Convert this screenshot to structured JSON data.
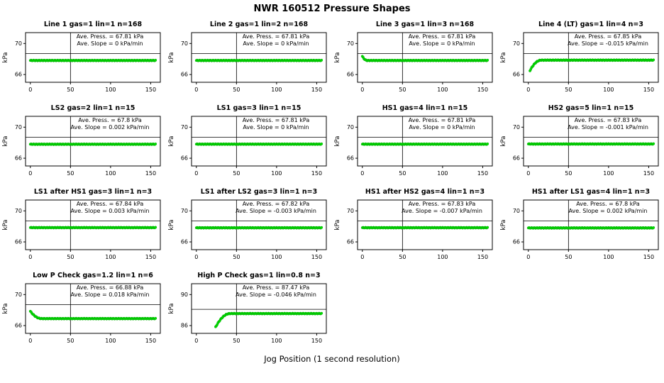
{
  "page_title": "NWR 160512 Pressure Shapes",
  "x_axis_label": "Jog Position (1 second resolution)",
  "style": {
    "point_fill": "#00E000",
    "point_stroke": "#00A000",
    "axis_color": "#000000",
    "background": "#ffffff"
  },
  "chart_data": [
    {
      "type": "scatter",
      "title": "Line 1 gas=1 lin=1 n=168",
      "ave_press_label": "Ave. Press. = 67.81 kPa",
      "ave_slope_label": "Ave. Slope = 0 kPa/min",
      "ave_press_kpa": 67.81,
      "ave_slope_kpa_min": 0,
      "ylabel": "kPa",
      "xticks": [
        0,
        50,
        100,
        150
      ],
      "yticks": [
        66,
        70
      ],
      "xlim": [
        -6,
        162
      ],
      "ylim": [
        65.0,
        71.4
      ],
      "ref_h": 68.7,
      "ref_v": 50,
      "series": {
        "flat_y": 67.81,
        "x_start": 0,
        "x_end": 156,
        "ramp": null
      }
    },
    {
      "type": "scatter",
      "title": "Line 2 gas=1 lin=2 n=168",
      "ave_press_label": "Ave. Press. = 67.81 kPa",
      "ave_slope_label": "Ave. Slope = 0 kPa/min",
      "ave_press_kpa": 67.81,
      "ave_slope_kpa_min": 0,
      "ylabel": "kPa",
      "xticks": [
        0,
        50,
        100,
        150
      ],
      "yticks": [
        66,
        70
      ],
      "xlim": [
        -6,
        162
      ],
      "ylim": [
        65.0,
        71.4
      ],
      "ref_h": 68.7,
      "ref_v": 50,
      "series": {
        "flat_y": 67.81,
        "x_start": 0,
        "x_end": 156,
        "ramp": null
      }
    },
    {
      "type": "scatter",
      "title": "Line 3 gas=1 lin=3 n=168",
      "ave_press_label": "Ave. Press. = 67.81 kPa",
      "ave_slope_label": "Ave. Slope = 0 kPa/min",
      "ave_press_kpa": 67.81,
      "ave_slope_kpa_min": 0,
      "ylabel": "kPa",
      "xticks": [
        0,
        50,
        100,
        150
      ],
      "yticks": [
        66,
        70
      ],
      "xlim": [
        -6,
        162
      ],
      "ylim": [
        65.0,
        71.4
      ],
      "ref_h": 68.7,
      "ref_v": 50,
      "series": {
        "flat_y": 67.81,
        "x_start": 0,
        "x_end": 156,
        "ramp": {
          "x0": 0,
          "x1": 6,
          "y0": 68.35
        }
      }
    },
    {
      "type": "scatter",
      "title": "Line 4 (LT) gas=1 lin=4 n=3",
      "ave_press_label": "Ave. Press. = 67.85 kPa",
      "ave_slope_label": "Ave. Slope = -0.015 kPa/min",
      "ave_press_kpa": 67.85,
      "ave_slope_kpa_min": -0.015,
      "ylabel": "kPa",
      "xticks": [
        0,
        50,
        100,
        150
      ],
      "yticks": [
        66,
        70
      ],
      "xlim": [
        -6,
        162
      ],
      "ylim": [
        65.0,
        71.4
      ],
      "ref_h": 68.7,
      "ref_v": 50,
      "series": {
        "flat_y": 67.85,
        "x_start": 2,
        "x_end": 156,
        "ramp": {
          "x0": 2,
          "x1": 16,
          "y0": 66.5
        }
      }
    },
    {
      "type": "scatter",
      "title": "LS2 gas=2 lin=1 n=15",
      "ave_press_label": "Ave. Press. = 67.8 kPa",
      "ave_slope_label": "Ave. Slope = 0.002 kPa/min",
      "ave_press_kpa": 67.8,
      "ave_slope_kpa_min": 0.002,
      "ylabel": "kPa",
      "xticks": [
        0,
        50,
        100,
        150
      ],
      "yticks": [
        66,
        70
      ],
      "xlim": [
        -6,
        162
      ],
      "ylim": [
        65.0,
        71.4
      ],
      "ref_h": 68.7,
      "ref_v": 50,
      "series": {
        "flat_y": 67.8,
        "x_start": 0,
        "x_end": 156,
        "ramp": null
      }
    },
    {
      "type": "scatter",
      "title": "LS1 gas=3 lin=1 n=15",
      "ave_press_label": "Ave. Press. = 67.81 kPa",
      "ave_slope_label": "Ave. Slope = 0 kPa/min",
      "ave_press_kpa": 67.81,
      "ave_slope_kpa_min": 0,
      "ylabel": "kPa",
      "xticks": [
        0,
        50,
        100,
        150
      ],
      "yticks": [
        66,
        70
      ],
      "xlim": [
        -6,
        162
      ],
      "ylim": [
        65.0,
        71.4
      ],
      "ref_h": 68.7,
      "ref_v": 50,
      "series": {
        "flat_y": 67.81,
        "x_start": 0,
        "x_end": 156,
        "ramp": null
      }
    },
    {
      "type": "scatter",
      "title": "HS1 gas=4 lin=1 n=15",
      "ave_press_label": "Ave. Press. = 67.81 kPa",
      "ave_slope_label": "Ave. Slope = 0 kPa/min",
      "ave_press_kpa": 67.81,
      "ave_slope_kpa_min": 0,
      "ylabel": "kPa",
      "xticks": [
        0,
        50,
        100,
        150
      ],
      "yticks": [
        66,
        70
      ],
      "xlim": [
        -6,
        162
      ],
      "ylim": [
        65.0,
        71.4
      ],
      "ref_h": 68.7,
      "ref_v": 50,
      "series": {
        "flat_y": 67.81,
        "x_start": 0,
        "x_end": 156,
        "ramp": null
      }
    },
    {
      "type": "scatter",
      "title": "HS2 gas=5 lin=1 n=15",
      "ave_press_label": "Ave. Press. = 67.83 kPa",
      "ave_slope_label": "Ave. Slope = -0.001 kPa/min",
      "ave_press_kpa": 67.83,
      "ave_slope_kpa_min": -0.001,
      "ylabel": "kPa",
      "xticks": [
        0,
        50,
        100,
        150
      ],
      "yticks": [
        66,
        70
      ],
      "xlim": [
        -6,
        162
      ],
      "ylim": [
        65.0,
        71.4
      ],
      "ref_h": 68.7,
      "ref_v": 50,
      "series": {
        "flat_y": 67.83,
        "x_start": 0,
        "x_end": 156,
        "ramp": null
      }
    },
    {
      "type": "scatter",
      "title": "LS1 after HS1 gas=3 lin=1 n=3",
      "ave_press_label": "Ave. Press. = 67.84 kPa",
      "ave_slope_label": "Ave. Slope = 0.003 kPa/min",
      "ave_press_kpa": 67.84,
      "ave_slope_kpa_min": 0.003,
      "ylabel": "kPa",
      "xticks": [
        0,
        50,
        100,
        150
      ],
      "yticks": [
        66,
        70
      ],
      "xlim": [
        -6,
        162
      ],
      "ylim": [
        65.0,
        71.4
      ],
      "ref_h": 68.7,
      "ref_v": 50,
      "series": {
        "flat_y": 67.84,
        "x_start": 0,
        "x_end": 156,
        "ramp": null
      }
    },
    {
      "type": "scatter",
      "title": "LS1 after LS2 gas=3 lin=1 n=3",
      "ave_press_label": "Ave. Press. = 67.82 kPa",
      "ave_slope_label": "Ave. Slope = -0.003 kPa/min",
      "ave_press_kpa": 67.82,
      "ave_slope_kpa_min": -0.003,
      "ylabel": "kPa",
      "xticks": [
        0,
        50,
        100,
        150
      ],
      "yticks": [
        66,
        70
      ],
      "xlim": [
        -6,
        162
      ],
      "ylim": [
        65.0,
        71.4
      ],
      "ref_h": 68.7,
      "ref_v": 50,
      "series": {
        "flat_y": 67.82,
        "x_start": 0,
        "x_end": 156,
        "ramp": null
      }
    },
    {
      "type": "scatter",
      "title": "HS1 after HS2 gas=4 lin=1 n=3",
      "ave_press_label": "Ave. Press. = 67.83 kPa",
      "ave_slope_label": "Ave. Slope = -0.007 kPa/min",
      "ave_press_kpa": 67.83,
      "ave_slope_kpa_min": -0.007,
      "ylabel": "kPa",
      "xticks": [
        0,
        50,
        100,
        150
      ],
      "yticks": [
        66,
        70
      ],
      "xlim": [
        -6,
        162
      ],
      "ylim": [
        65.0,
        71.4
      ],
      "ref_h": 68.7,
      "ref_v": 50,
      "series": {
        "flat_y": 67.83,
        "x_start": 0,
        "x_end": 156,
        "ramp": null
      }
    },
    {
      "type": "scatter",
      "title": "HS1 after LS1 gas=4 lin=1 n=3",
      "ave_press_label": "Ave. Press. = 67.8 kPa",
      "ave_slope_label": "Ave. Slope = 0.002 kPa/min",
      "ave_press_kpa": 67.8,
      "ave_slope_kpa_min": 0.002,
      "ylabel": "kPa",
      "xticks": [
        0,
        50,
        100,
        150
      ],
      "yticks": [
        66,
        70
      ],
      "xlim": [
        -6,
        162
      ],
      "ylim": [
        65.0,
        71.4
      ],
      "ref_h": 68.7,
      "ref_v": 50,
      "series": {
        "flat_y": 67.8,
        "x_start": 0,
        "x_end": 156,
        "ramp": null
      }
    },
    {
      "type": "scatter",
      "title": "Low P Check gas=1.2 lin=1 n=6",
      "ave_press_label": "Ave. Press. = 66.88 kPa",
      "ave_slope_label": "Ave. Slope = 0.018 kPa/min",
      "ave_press_kpa": 66.88,
      "ave_slope_kpa_min": 0.018,
      "ylabel": "kPa",
      "xticks": [
        0,
        50,
        100,
        150
      ],
      "yticks": [
        66,
        70
      ],
      "xlim": [
        -6,
        162
      ],
      "ylim": [
        65.0,
        71.4
      ],
      "ref_h": 68.7,
      "ref_v": 50,
      "series": {
        "flat_y": 66.9,
        "x_start": 0,
        "x_end": 156,
        "ramp": {
          "x0": 0,
          "x1": 14,
          "y0": 67.85
        }
      }
    },
    {
      "type": "scatter",
      "title": "High P Check gas=1 lin=0.8 n=3",
      "ave_press_label": "Ave. Press. = 87.47 kPa",
      "ave_slope_label": "Ave. Slope = -0.046 kPa/min",
      "ave_press_kpa": 87.47,
      "ave_slope_kpa_min": -0.046,
      "ylabel": "kPa",
      "xticks": [
        0,
        50,
        100,
        150
      ],
      "yticks": [
        86,
        90
      ],
      "xlim": [
        -6,
        162
      ],
      "ylim": [
        85.0,
        91.4
      ],
      "ref_h": 88.1,
      "ref_v": 50,
      "series": {
        "flat_y": 87.55,
        "x_start": 24,
        "x_end": 156,
        "ramp": {
          "x0": 24,
          "x1": 42,
          "y0": 85.8
        }
      }
    }
  ]
}
